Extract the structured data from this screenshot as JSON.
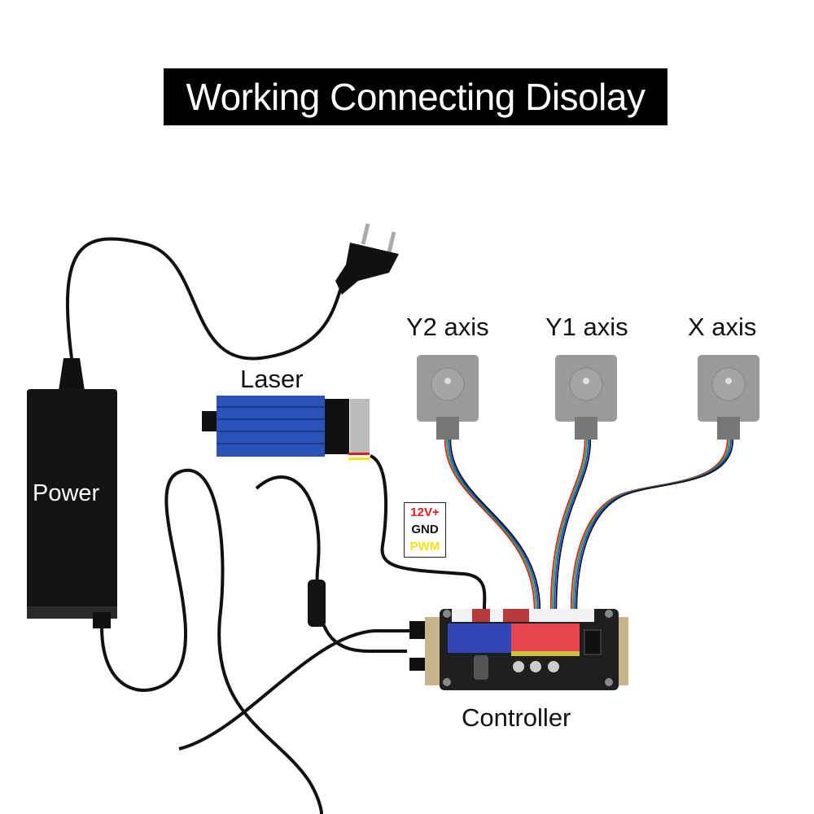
{
  "title": "Working Connecting Disolay",
  "components": {
    "power": {
      "label": "Power"
    },
    "laser": {
      "label": "Laser"
    },
    "controller": {
      "label": "Controller"
    },
    "motors": [
      {
        "label": "Y2 axis"
      },
      {
        "label": "Y1 axis"
      },
      {
        "label": "X axis"
      }
    ],
    "plug": {
      "icon": "power-plug-icon"
    }
  },
  "laser_wiring": {
    "pins": [
      {
        "label": "12V+",
        "color": "#e01b1b"
      },
      {
        "label": "GND",
        "color": "#111111"
      },
      {
        "label": "PWM",
        "color": "#f2e21a"
      }
    ]
  },
  "motor_wire_colors": [
    "#e01b1b",
    "#1aa33a",
    "#1b3fd6",
    "#111111"
  ],
  "colors": {
    "laser_body": "#2a52b8",
    "motor_body": "#9a9a9a",
    "controller_base": "#c8b48c",
    "driver_board": "#e64550",
    "arduino_board": "#3346b5"
  }
}
